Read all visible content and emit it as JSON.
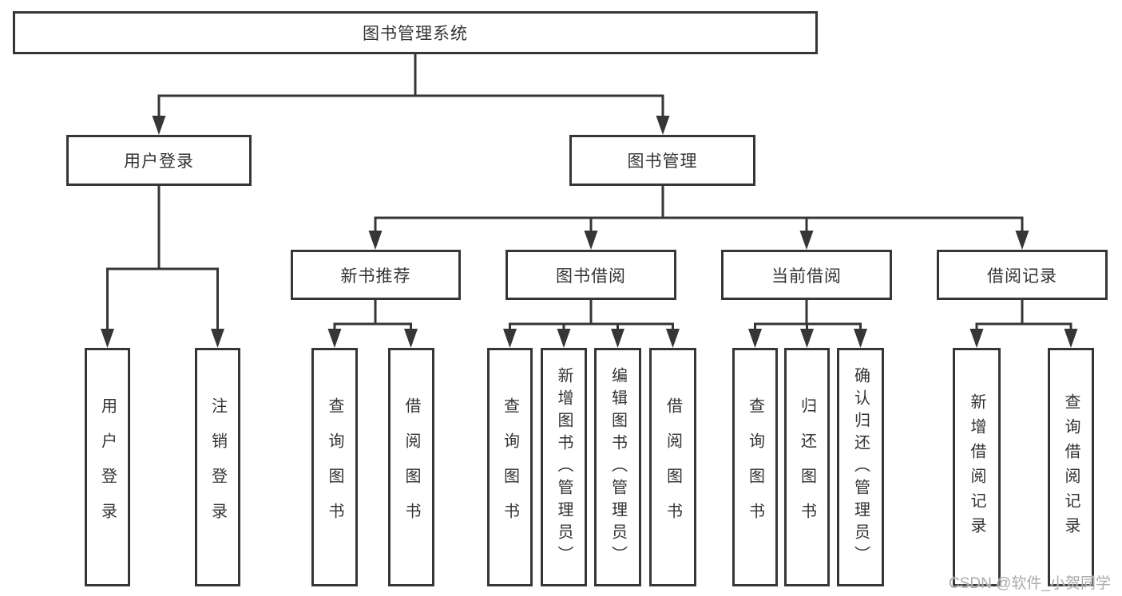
{
  "diagram_type": "hierarchy",
  "tree": {
    "label": "图书管理系统",
    "children": [
      {
        "label": "用户登录",
        "children": [
          {
            "label": "用户登录"
          },
          {
            "label": "注销登录"
          }
        ]
      },
      {
        "label": "图书管理",
        "children": [
          {
            "label": "新书推荐",
            "children": [
              {
                "label": "查询图书"
              },
              {
                "label": "借阅图书"
              }
            ]
          },
          {
            "label": "图书借阅",
            "children": [
              {
                "label": "查询图书"
              },
              {
                "label": "新增图书（管理员）"
              },
              {
                "label": "编辑图书（管理员）"
              },
              {
                "label": "借阅图书"
              }
            ]
          },
          {
            "label": "当前借阅",
            "children": [
              {
                "label": "查询图书"
              },
              {
                "label": "归还图书"
              },
              {
                "label": "确认归还（管理员）"
              }
            ]
          },
          {
            "label": "借阅记录",
            "children": [
              {
                "label": "新增借阅记录"
              },
              {
                "label": "查询借阅记录"
              }
            ]
          }
        ]
      }
    ]
  },
  "watermark": {
    "text": "CSDN @软件_小贺同学"
  },
  "colors": {
    "line": "#363636",
    "text": "#333333",
    "watermark": "#ababab",
    "background": "#ffffff"
  }
}
